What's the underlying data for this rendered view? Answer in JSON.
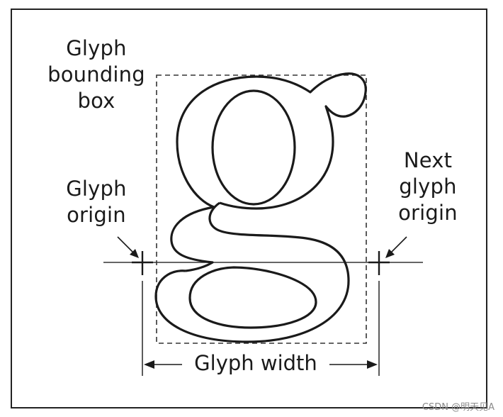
{
  "labels": {
    "bounding_box": [
      "Glyph",
      "bounding",
      "box"
    ],
    "glyph_origin": [
      "Glyph",
      "origin"
    ],
    "next_glyph_origin": [
      "Next",
      "glyph",
      "origin"
    ],
    "glyph_width": "Glyph width",
    "glyph_character": "g"
  },
  "watermark": "CSDN @明天见A"
}
